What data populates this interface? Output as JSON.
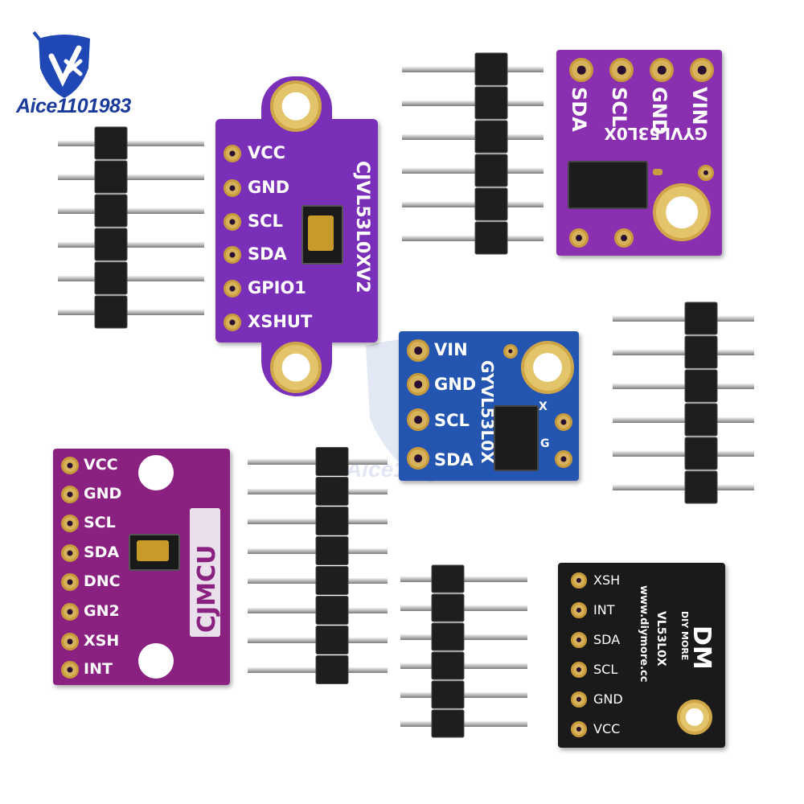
{
  "logo": {
    "text": "Aice1101983",
    "icon": "brand-logo-icon"
  },
  "watermark": {
    "text": "Aice1101983"
  },
  "boards": {
    "cjvl": {
      "color": "#7a2fb8",
      "pins": [
        "VCC",
        "GND",
        "SCL",
        "SDA",
        "GPIO1",
        "XSHUT"
      ],
      "model": "CJVL53L0XV2"
    },
    "gy_purple": {
      "color": "#8a2fb0",
      "pins": [
        "VIN",
        "GND",
        "SCL",
        "SDA"
      ],
      "model": "GYVL53L0X"
    },
    "gy_blue": {
      "color": "#2455b0",
      "pins": [
        "VIN",
        "GND",
        "SCL",
        "SDA"
      ],
      "model": "GYVL53L0X",
      "mark_x": "X",
      "mark_g": "G"
    },
    "cjmcu": {
      "color": "#8a2080",
      "pins": [
        "VCC",
        "GND",
        "SCL",
        "SDA",
        "DNC",
        "GN2",
        "XSH",
        "INT"
      ],
      "model": "CJMCU"
    },
    "dm": {
      "color": "#1a1a1a",
      "pins": [
        "XSH",
        "INT",
        "SDA",
        "SCL",
        "GND",
        "VCC"
      ],
      "brand": "DIY MORE",
      "logo": "DM",
      "model": "VL53L0X",
      "site": "www.diymore.cc"
    }
  }
}
